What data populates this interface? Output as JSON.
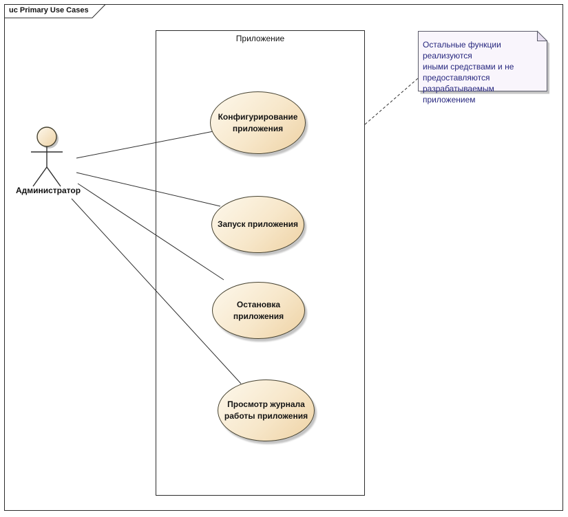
{
  "frame": {
    "label": "uc Primary Use Cases"
  },
  "system_boundary": {
    "label": "Приложение"
  },
  "actor": {
    "label": "Администратор"
  },
  "use_cases": [
    {
      "label": "Конфигурирование\nприложения"
    },
    {
      "label": "Запуск приложения"
    },
    {
      "label": "Остановка\nприложения"
    },
    {
      "label": "Просмотр журнала\nработы приложения"
    }
  ],
  "note": {
    "text": "Остальные функции реализуются\nиными средствами и не\nпредоставляются\nразрабатываемым приложением"
  },
  "relationships": {
    "actor_associations": [
      "Администратор — Конфигурирование приложения",
      "Администратор — Запуск приложения",
      "Администратор — Остановка приложения",
      "Администратор — Просмотр журнала работы приложения"
    ],
    "note_link": {
      "style": "dashed",
      "target": "Конфигурирование приложения"
    }
  },
  "colors": {
    "usecase_fill_top": "#fdf8ec",
    "usecase_fill_mid": "#f7e7ca",
    "usecase_fill_bottom": "#eed2a4",
    "usecase_border": "#45412f",
    "note_fill": "#f9f5fc",
    "note_fold": "#e7dff0",
    "note_border": "#5a5a68",
    "note_text": "#26267e",
    "line": "#2e2e2e",
    "shadow": "#c4c4c4",
    "frame_border": "#2b2b2b"
  }
}
